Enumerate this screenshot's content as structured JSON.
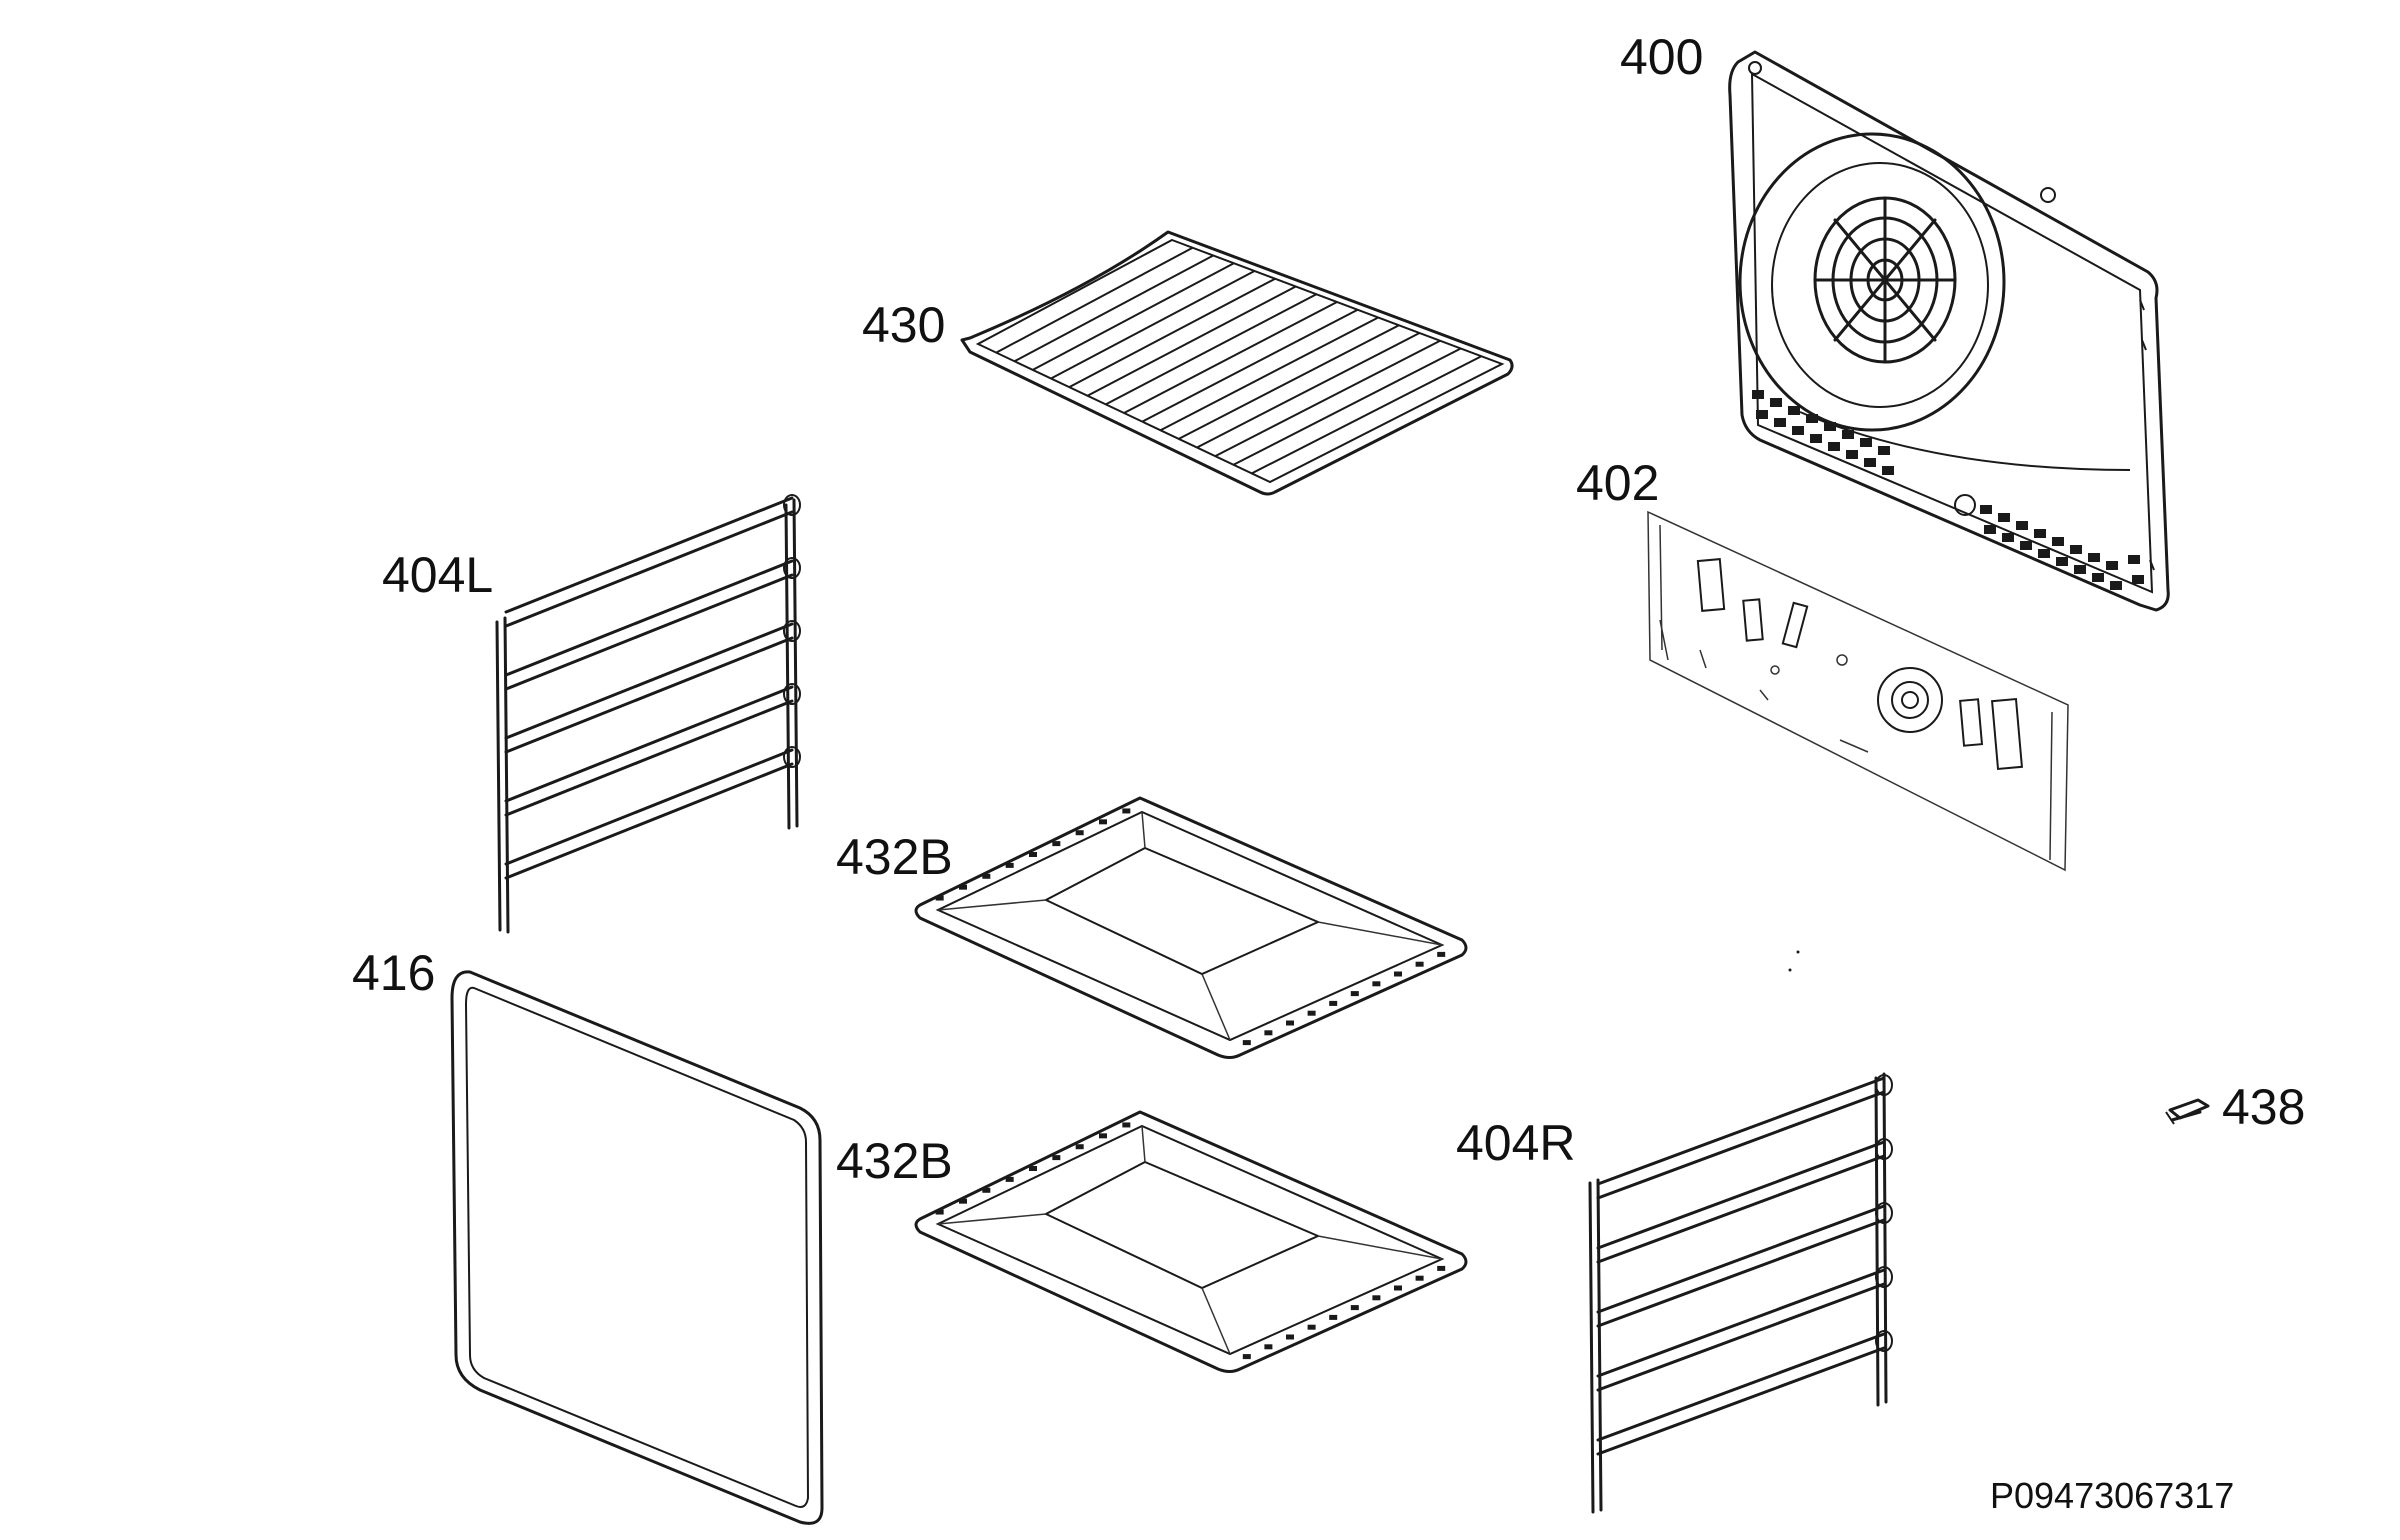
{
  "labels": {
    "p400": "400",
    "p430": "430",
    "p402": "402",
    "p404L": "404L",
    "p432B_top": "432B",
    "p416": "416",
    "p432B_bottom": "432B",
    "p404R": "404R",
    "p438": "438"
  },
  "drawing_code": "P09473067317"
}
